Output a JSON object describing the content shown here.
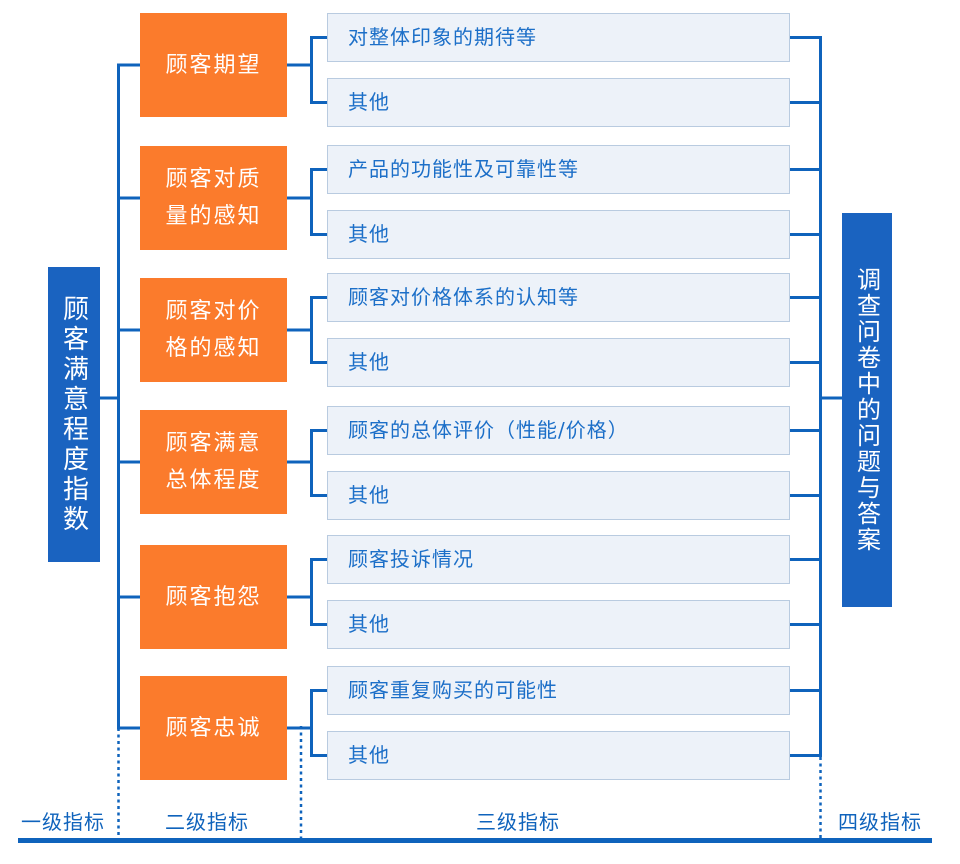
{
  "diagram": {
    "level1": {
      "label": "顾客满意程度指数"
    },
    "level4": {
      "label": "调查问卷中的问题与答案"
    },
    "rows": [
      {
        "level2": "顾客期望",
        "level3": "对整体印象的期待等",
        "level3_other": "其他"
      },
      {
        "level2": "顾客对质量的感知",
        "level3": "产品的功能性及可靠性等",
        "level3_other": "其他"
      },
      {
        "level2": "顾客对价格的感知",
        "level3": "顾客对价格体系的认知等",
        "level3_other": "其他"
      },
      {
        "level2": "顾客满意总体程度",
        "level3": "顾客的总体评价（性能/价格）",
        "level3_other": "其他"
      },
      {
        "level2": "顾客抱怨",
        "level3": "顾客投诉情况",
        "level3_other": "其他"
      },
      {
        "level2": "顾客忠诚",
        "level3": "顾客重复购买的可能性",
        "level3_other": "其他"
      }
    ],
    "axis_labels": {
      "level1": "一级指标",
      "level2": "二级指标",
      "level3": "三级指标",
      "level4": "四级指标"
    },
    "colors": {
      "node_blue": "#1A63C0",
      "node_orange": "#FB7B2C",
      "line_blue": "#0F63BC",
      "light_fill": "#EDF2F9",
      "light_border": "#B9CBE0",
      "light_text": "#1C6FC8"
    }
  }
}
